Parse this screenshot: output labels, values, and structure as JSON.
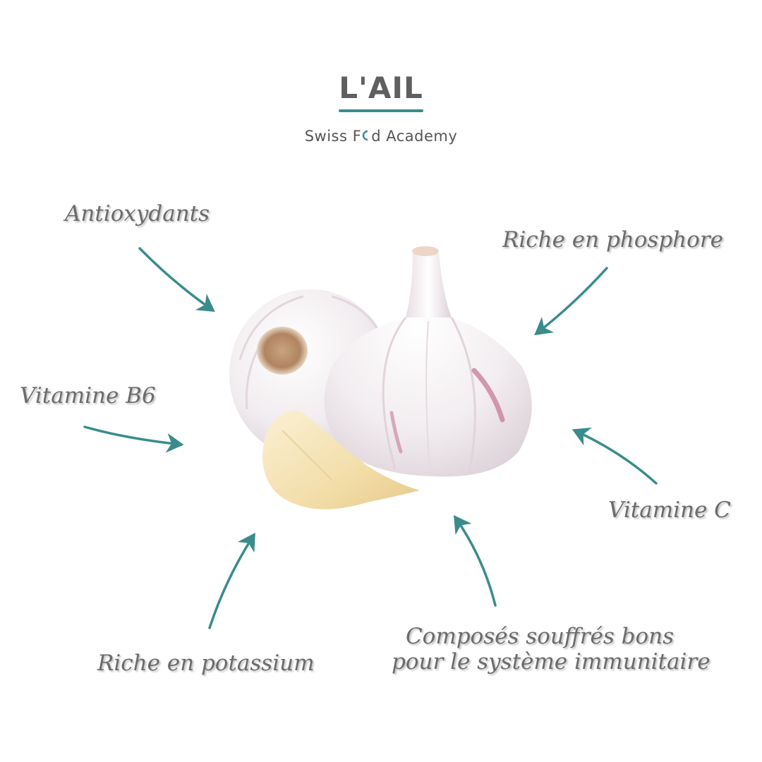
{
  "header": {
    "title": "L'AIL",
    "brand": {
      "part1": "Swiss F",
      "part2": "d Academy"
    }
  },
  "labels": {
    "antioxidants": "Antioxydants",
    "phosphorus": "Riche en  phosphore",
    "b6": "Vitamine B6",
    "vitc": "Vitamine C",
    "potassium": "Riche en potassium",
    "sulfur_line1": "Composés souffrés bons",
    "sulfur_line2": "pour le système immunitaire"
  },
  "colors": {
    "accent": "#3a8c8c",
    "text": "#6b6b6b"
  }
}
